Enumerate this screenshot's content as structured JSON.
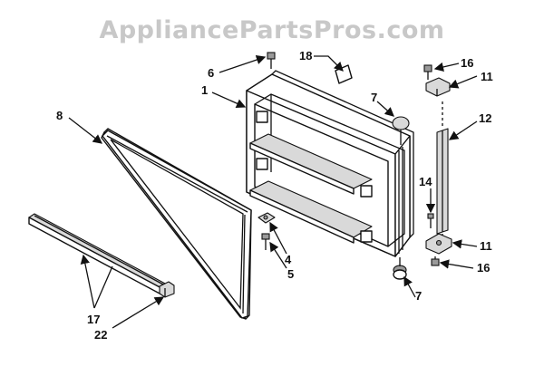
{
  "watermark": "AppliancePartsPros.com",
  "callouts": {
    "c1": "1",
    "c4": "4",
    "c5": "5",
    "c6": "6",
    "c7_top": "7",
    "c7_bottom": "7",
    "c8": "8",
    "c11_top": "11",
    "c11_bottom": "11",
    "c12": "12",
    "c14": "14",
    "c16_top": "16",
    "c16_bottom": "16",
    "c17": "17",
    "c18": "18",
    "c22": "22"
  }
}
